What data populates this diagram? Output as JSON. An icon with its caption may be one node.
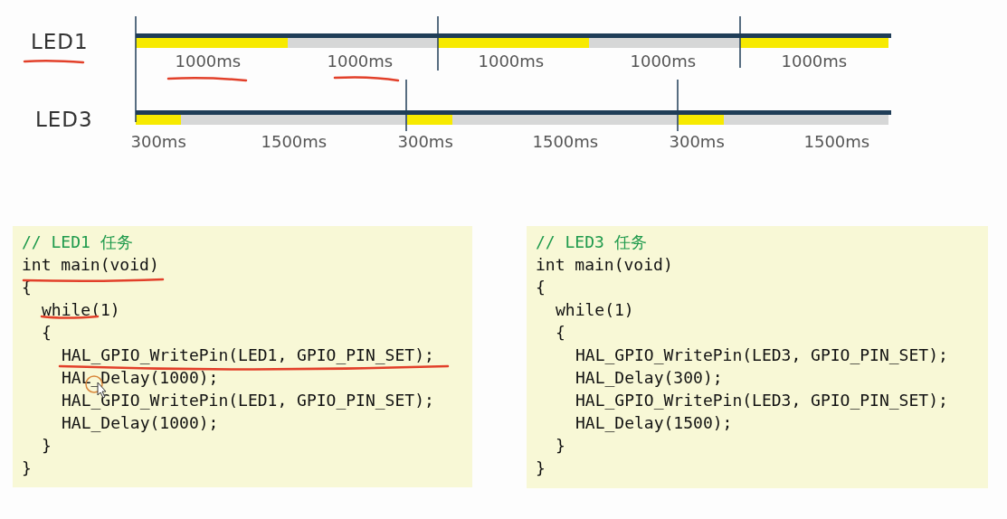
{
  "diagram": {
    "nodes": [
      {
        "text": [
          "// LED1 任务",
          "int main(void)",
          "{",
          "while(1)",
          "{",
          "HAL_GPIO_WritePin(LED1, GPIO_PIN_SET);",
          "HAL_Delay(1000);",
          "HAL_GPIO_WritePin(LED1, GPIO_PIN_SET);",
          "HAL_Delay(1000);",
          "}",
          "}"
        ]
      },
      {
        "text": [
          "// LED3 任务",
          "int main(void)",
          "{",
          "while(1)",
          "{",
          "HAL_GPIO_WritePin(LED3, GPIO_PIN_SET);",
          "HAL_Delay(300);",
          "HAL_GPIO_WritePin(LED3, GPIO_PIN_SET);",
          "HAL_Delay(1500);",
          "}",
          "}"
        ]
      }
    ],
    "labels": [
      "LED1",
      "1000ms",
      "1000ms",
      "1000ms",
      "1000ms",
      "1000ms",
      "LED3",
      "300ms",
      "1500ms",
      "300ms",
      "1500ms",
      "300ms",
      "1500ms"
    ]
  }
}
